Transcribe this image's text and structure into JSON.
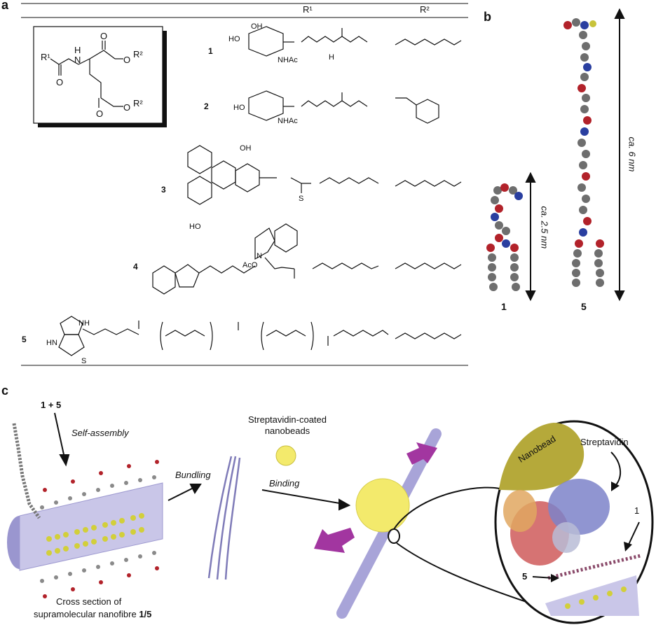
{
  "panels": {
    "a": "a",
    "b": "b",
    "c": "c"
  },
  "table": {
    "header": {
      "r1": "R¹",
      "r2": "R²"
    },
    "rows": [
      {
        "num": "1"
      },
      {
        "num": "2"
      },
      {
        "num": "3"
      },
      {
        "num": "4"
      },
      {
        "num": "5"
      }
    ]
  },
  "core_structure": {
    "r1": "R¹",
    "nh": "H",
    "n": "N",
    "o1": "O",
    "o2": "O",
    "o3": "O",
    "o4": "O",
    "o5": "O",
    "r2a": "R²",
    "r2b": "R²"
  },
  "chem_text": {
    "oh": "OH",
    "ho": "HO",
    "o": "O",
    "nhac": "NHAc",
    "n": "N",
    "h": "H",
    "s": "S",
    "acO": "AcO",
    "nh": "NH",
    "hn": "HN"
  },
  "panel_b": {
    "label_1": "1",
    "label_5": "5",
    "len_1": "ca. 2.5 nm",
    "len_5": "ca. 6 nm"
  },
  "panel_c": {
    "mix_label": "1 + 5",
    "self_assembly": "Self-assembly",
    "bundling": "Bundling",
    "nanobeads": "Streptavidin-coated nanobeads",
    "binding": "Binding",
    "cross_section": "Cross section of",
    "nanofibre": "supramolecular nanofibre",
    "nanofibre_id": "1/5",
    "nanobead": "Nanobead",
    "streptavidin": "Streptavidin",
    "zoom_1": "1",
    "zoom_5": "5"
  },
  "colors": {
    "carbon": "#6e6e6e",
    "oxygen": "#b2222a",
    "nitrogen": "#2a3fa0",
    "fibre": "#b7b3dc",
    "bead": "#f3ea6c",
    "arrow": "#a236a0",
    "nanobead_cap": "#b5a93a"
  }
}
